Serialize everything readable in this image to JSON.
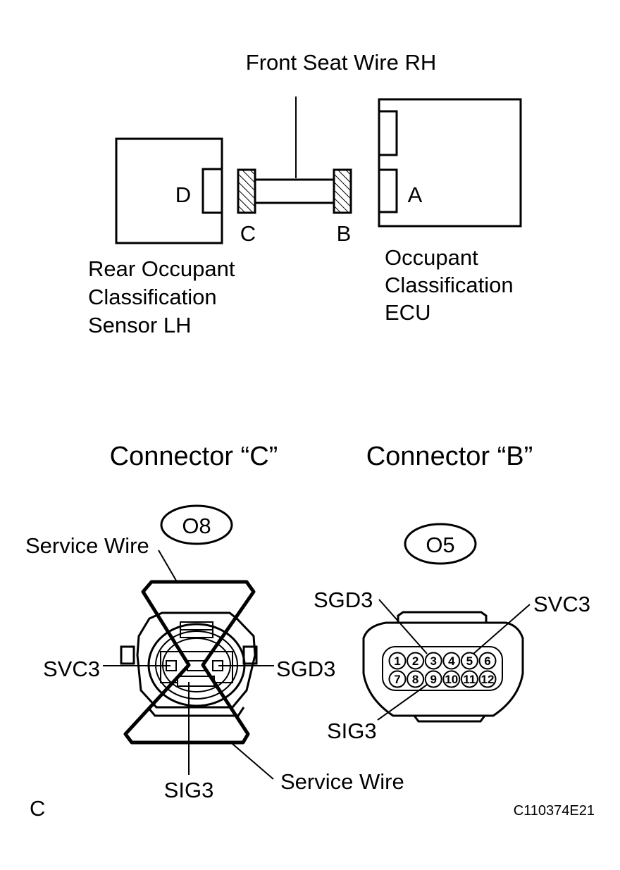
{
  "harness": {
    "wire_label": "Front Seat Wire RH",
    "left_component": {
      "connector_letter": "D",
      "name_lines": [
        "Rear Occupant",
        "Classification",
        "Sensor LH"
      ]
    },
    "right_component": {
      "connector_letter": "A",
      "name_lines": [
        "Occupant",
        "Classification",
        "ECU"
      ]
    },
    "wire_connector_left": "C",
    "wire_connector_right": "B"
  },
  "connector_c": {
    "title": "Connector “C”",
    "code": "O8",
    "service_wire_top": "Service Wire",
    "service_wire_bottom": "Service Wire",
    "pin_labels": {
      "left": "SVC3",
      "right": "SGD3",
      "bottom": "SIG3"
    }
  },
  "connector_b": {
    "title": "Connector “B”",
    "code": "O5",
    "pins_row1": [
      "1",
      "2",
      "3",
      "4",
      "5",
      "6"
    ],
    "pins_row2": [
      "7",
      "8",
      "9",
      "10",
      "11",
      "12"
    ],
    "pin_labels": {
      "sgd3": "SGD3",
      "svc3": "SVC3",
      "sig3": "SIG3"
    }
  },
  "footer": {
    "corner_letter": "C",
    "figure_code": "C110374E21"
  }
}
